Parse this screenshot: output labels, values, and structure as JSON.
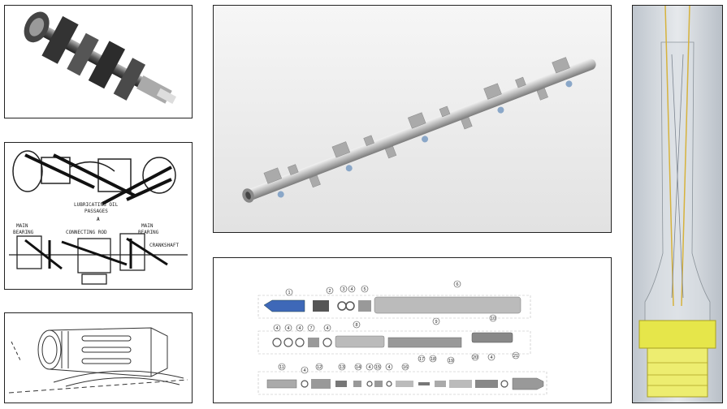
{
  "diagram_lubrication": {
    "label_passages_1": "LUBRICATING OIL",
    "label_passages_2": "PASSAGES",
    "label_a": "A",
    "label_main_left_1": "MAIN",
    "label_main_left_2": "BEARING",
    "label_connecting_rod": "CONNECTING ROD",
    "label_main_right_1": "MAIN",
    "label_main_right_2": "BEARING",
    "label_crankshaft": "CRANKSHAFT"
  },
  "diagram_exploded": {
    "part_numbers": [
      "1",
      "2",
      "3",
      "4",
      "5",
      "6",
      "4",
      "4",
      "4",
      "7",
      "4",
      "8",
      "9",
      "10",
      "11",
      "4",
      "12",
      "13",
      "14",
      "4",
      "15",
      "4",
      "16",
      "17",
      "18",
      "19",
      "20",
      "4",
      "21"
    ]
  }
}
